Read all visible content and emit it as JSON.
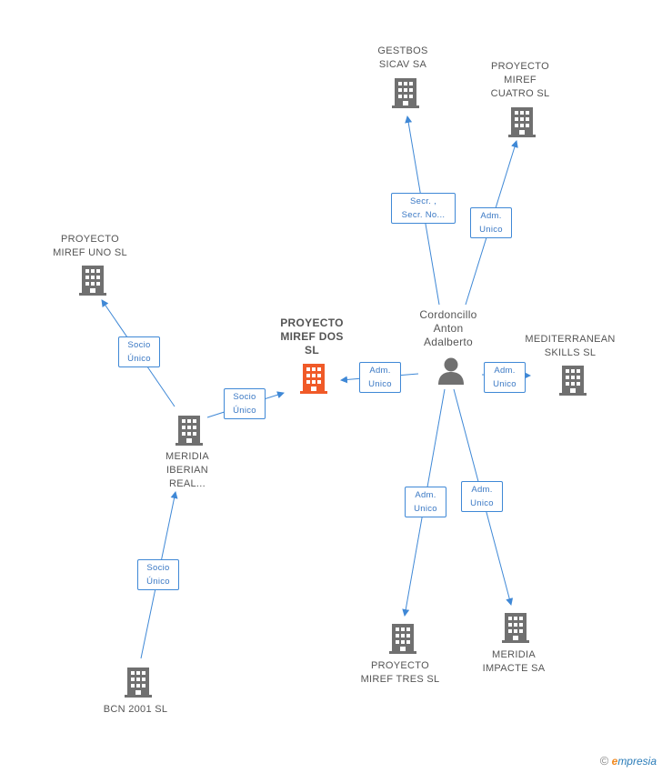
{
  "nodes": {
    "main": [
      "PROYECTO",
      "MIREF DOS",
      "SL"
    ],
    "gestbos": [
      "GESTBOS",
      "SICAV SA"
    ],
    "cuatro": [
      "PROYECTO",
      "MIREF",
      "CUATRO  SL"
    ],
    "uno": [
      "PROYECTO",
      "MIREF UNO  SL"
    ],
    "person": [
      "Cordoncillo",
      "Anton",
      "Adalberto"
    ],
    "mediterranean": [
      "MEDITERRANEAN",
      "SKILLS  SL"
    ],
    "meridia_iberian": [
      "MERIDIA",
      "IBERIAN",
      "REAL..."
    ],
    "tres": [
      "PROYECTO",
      "MIREF TRES  SL"
    ],
    "impacte": [
      "MERIDIA",
      "IMPACTE SA"
    ],
    "bcn": [
      "BCN 2001  SL"
    ]
  },
  "roles": {
    "secr": [
      "Secr. ,",
      "Secr. No..."
    ],
    "adm_cuatro": [
      "Adm.",
      "Unico"
    ],
    "socio_uno": [
      "Socio",
      "Único"
    ],
    "socio_main": [
      "Socio",
      "Único"
    ],
    "adm_main": [
      "Adm.",
      "Unico"
    ],
    "adm_medit": [
      "Adm.",
      "Unico"
    ],
    "adm_tres": [
      "Adm.",
      "Unico"
    ],
    "adm_impacte": [
      "Adm.",
      "Unico"
    ],
    "socio_bcn": [
      "Socio",
      "Único"
    ]
  },
  "colors": {
    "edge": "#3f88d6",
    "building": "#707070",
    "main_building": "#f05a28",
    "person": "#707070"
  },
  "footer": {
    "copyright": "©",
    "brand_e": "e",
    "brand": "mpresia"
  }
}
